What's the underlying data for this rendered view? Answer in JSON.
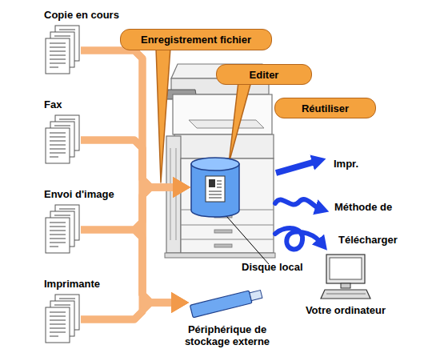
{
  "diagram": {
    "nodes": [
      {
        "text": [
          "Enregistrement fichier"
        ]
      },
      {
        "text": [
          "Editer"
        ]
      },
      {
        "text": [
          "Réutiliser"
        ]
      },
      {
        "text": [
          "Copie en cours"
        ]
      },
      {
        "text": [
          "Fax"
        ]
      },
      {
        "text": [
          "Envoi d'image"
        ]
      },
      {
        "text": [
          "Imprimante"
        ]
      },
      {
        "text": [
          "Disque local"
        ]
      },
      {
        "text": [
          "Périphérique de stockage externe"
        ]
      },
      {
        "text": [
          "Votre ordinateur"
        ]
      }
    ],
    "edges": [
      {
        "from": 3,
        "to": 7,
        "arrow": "to"
      },
      {
        "from": 4,
        "to": 7,
        "arrow": "to"
      },
      {
        "from": 5,
        "to": 7,
        "arrow": "to"
      },
      {
        "from": 6,
        "to": 7,
        "arrow": "to"
      },
      {
        "from": 3,
        "to": 8,
        "arrow": "to"
      },
      {
        "from": 4,
        "to": 8,
        "arrow": "to"
      },
      {
        "from": 5,
        "to": 8,
        "arrow": "to"
      },
      {
        "from": 6,
        "to": 8,
        "arrow": "to"
      }
    ],
    "labels": [
      "Impr.",
      "Méthode de",
      "Télécharger"
    ]
  }
}
